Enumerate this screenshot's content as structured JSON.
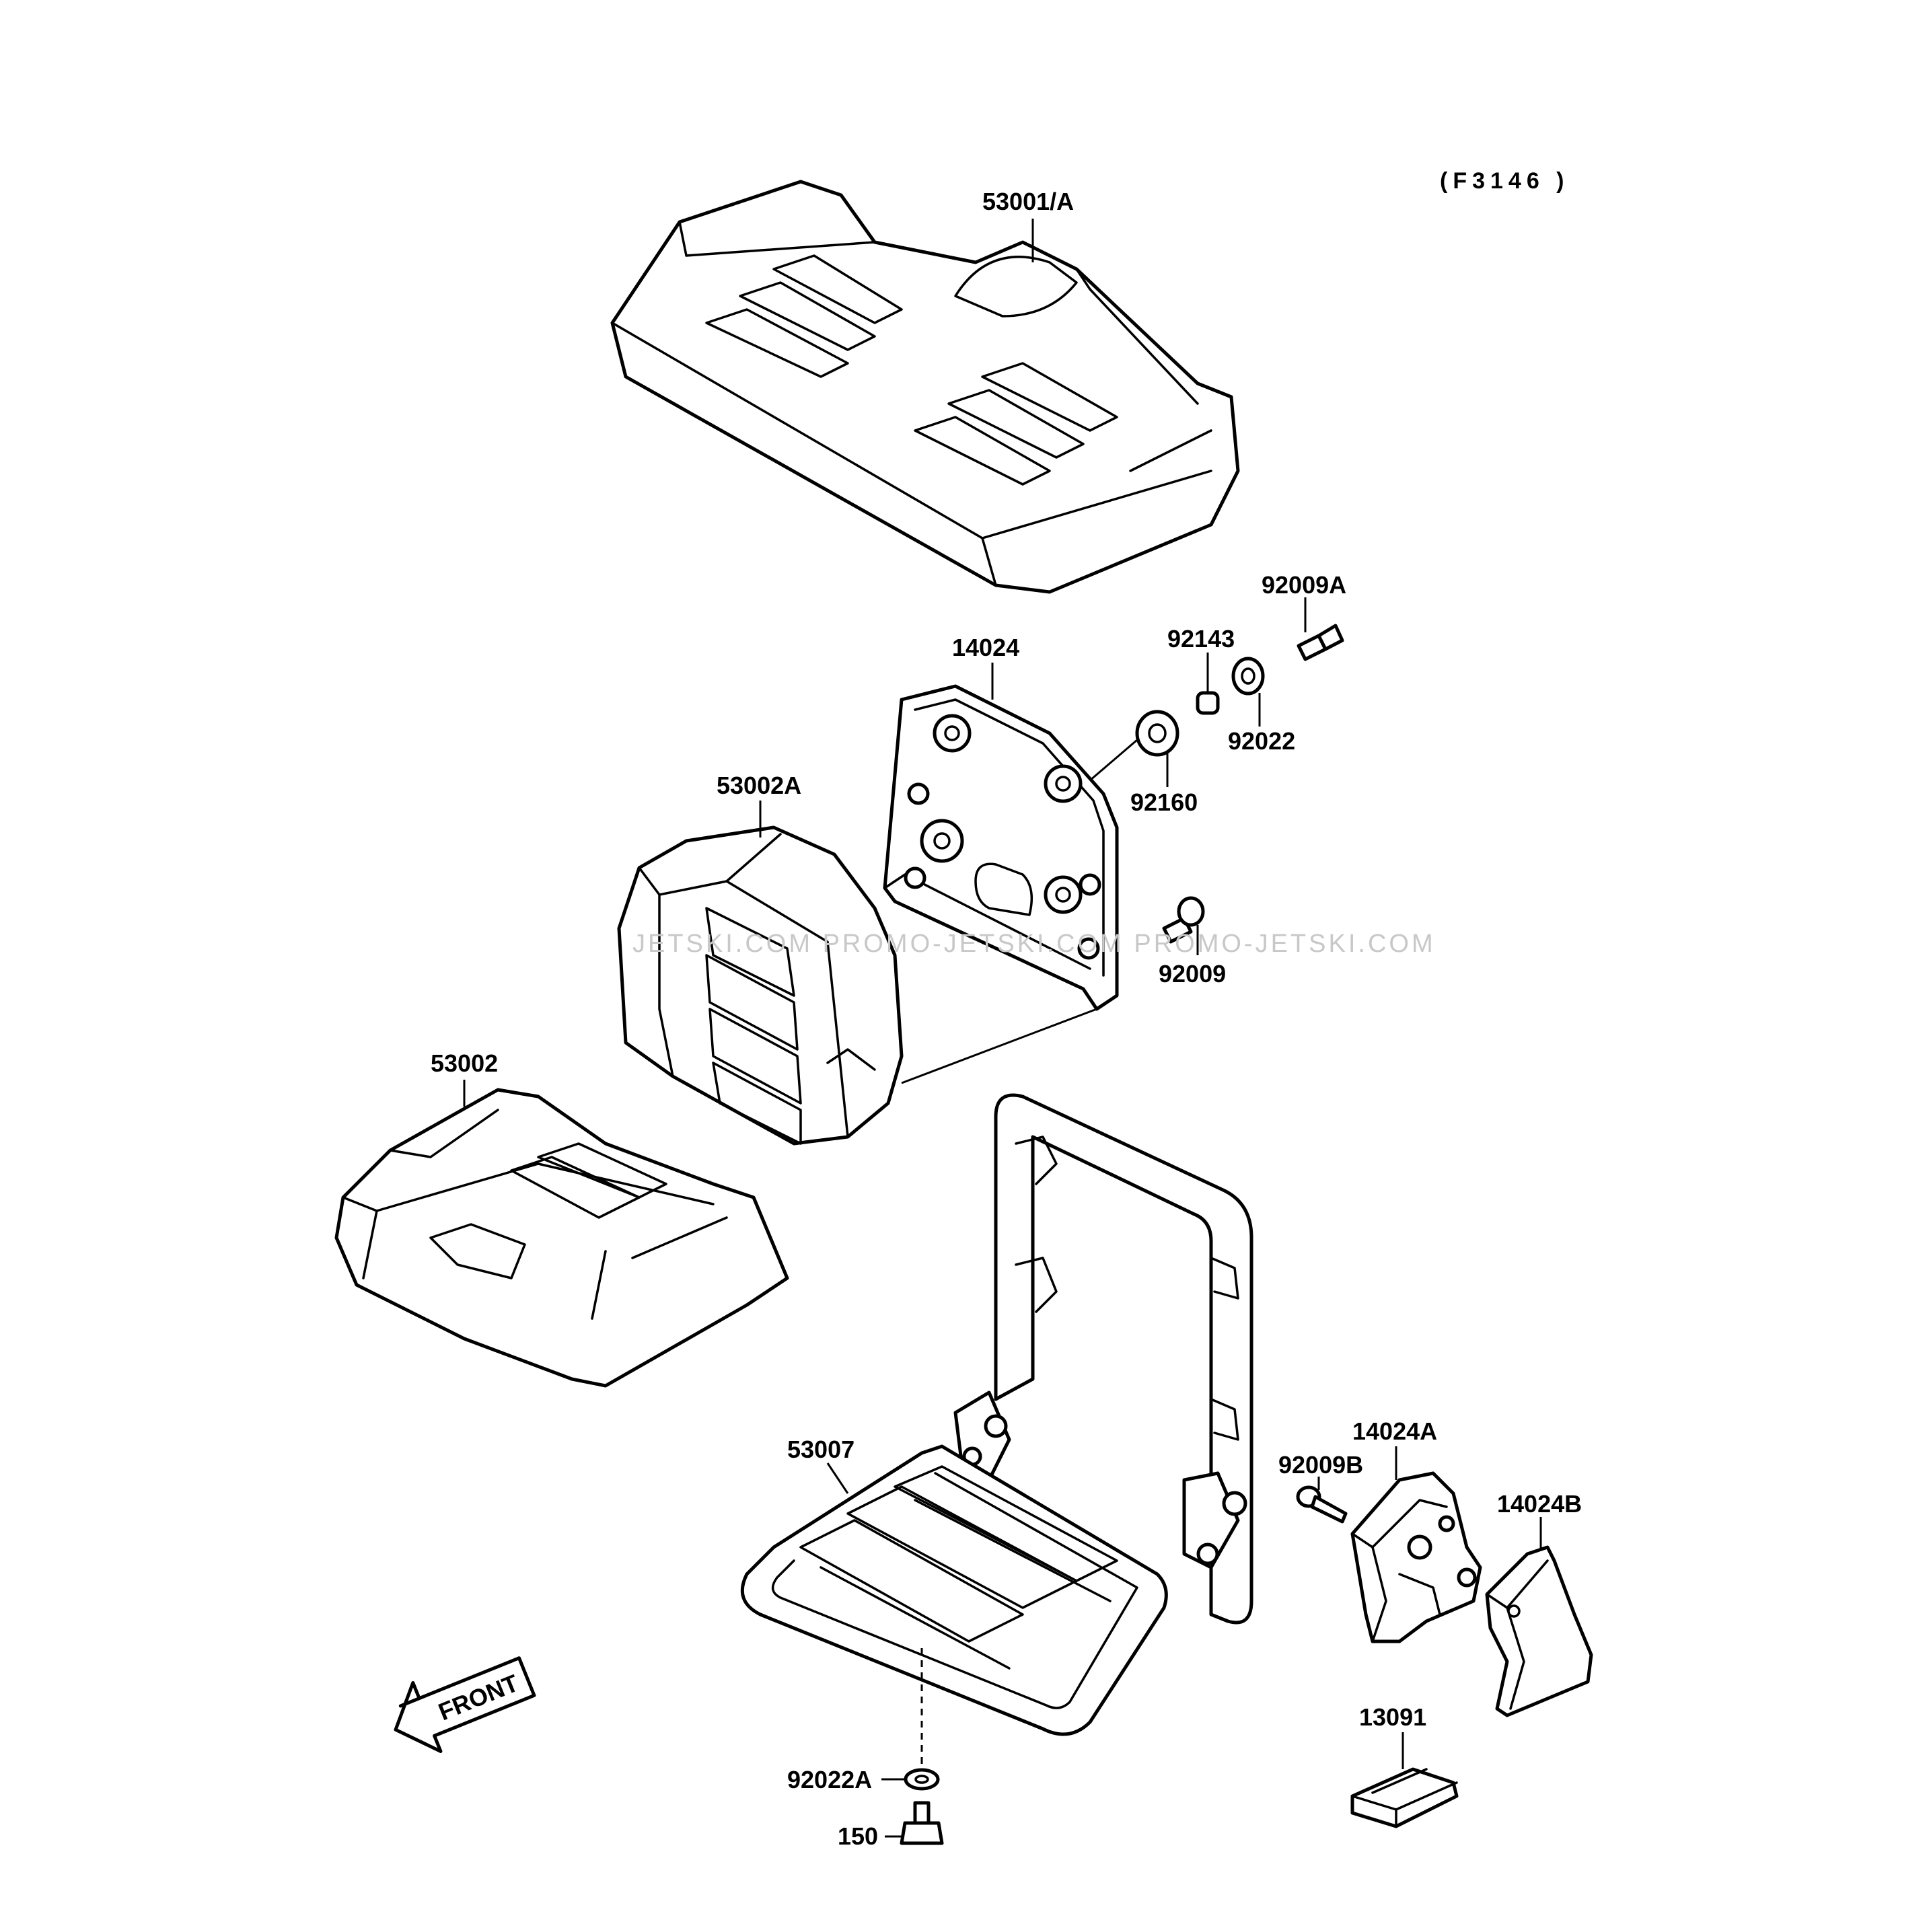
{
  "diagram": {
    "code": "(F3146 )",
    "watermark": "JETSKI.COM  PROMO-JETSKI.COM  PROMO-JETSKI.COM",
    "front_label": "FRONT",
    "labels": {
      "p53001A": "53001/A",
      "p92009A": "92009A",
      "p92143": "92143",
      "p14024": "14024",
      "p92022": "92022",
      "p92160": "92160",
      "p53002A": "53002A",
      "p92009": "92009",
      "p53002": "53002",
      "p53007": "53007",
      "p14024A": "14024A",
      "p92009B": "92009B",
      "p14024B": "14024B",
      "p92022A": "92022A",
      "p150": "150",
      "p13091": "13091"
    }
  }
}
